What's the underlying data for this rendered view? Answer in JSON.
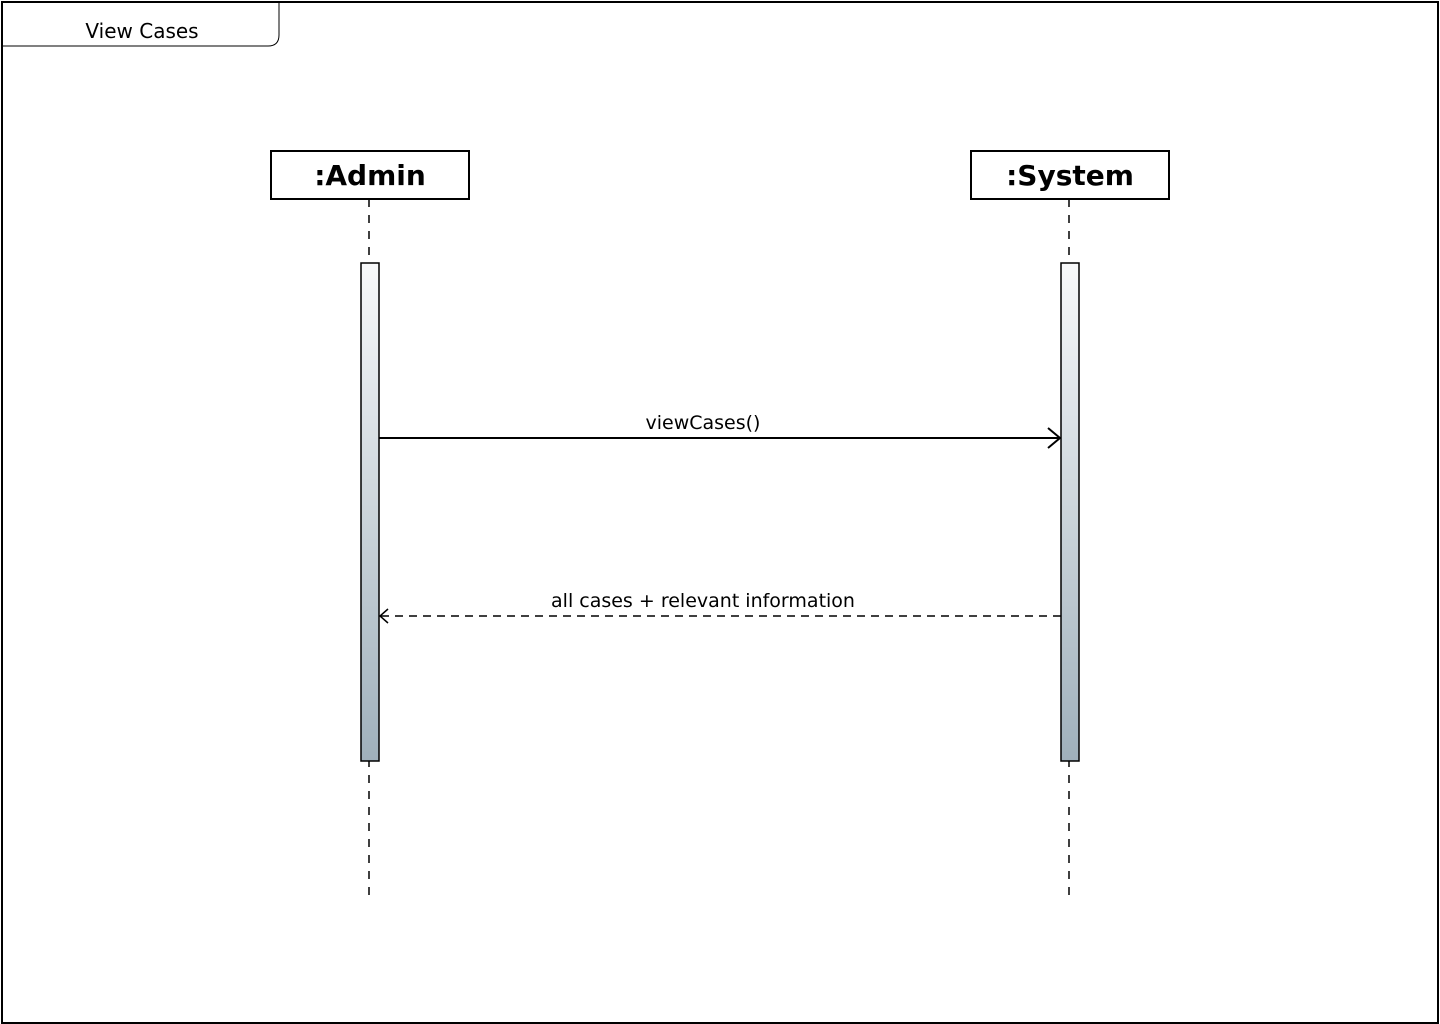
{
  "frame": {
    "title": "View Cases"
  },
  "lifelines": [
    {
      "label": ":Admin"
    },
    {
      "label": ":System"
    }
  ],
  "messages": [
    {
      "label": "viewCases()",
      "from": ":Admin",
      "to": ":System",
      "kind": "synchronous"
    },
    {
      "label": "all cases + relevant information",
      "from": ":System",
      "to": ":Admin",
      "kind": "return"
    }
  ],
  "colors": {
    "stroke": "#000000",
    "activation_top": "#f8f9fa",
    "activation_bottom": "#9fb0bb"
  }
}
